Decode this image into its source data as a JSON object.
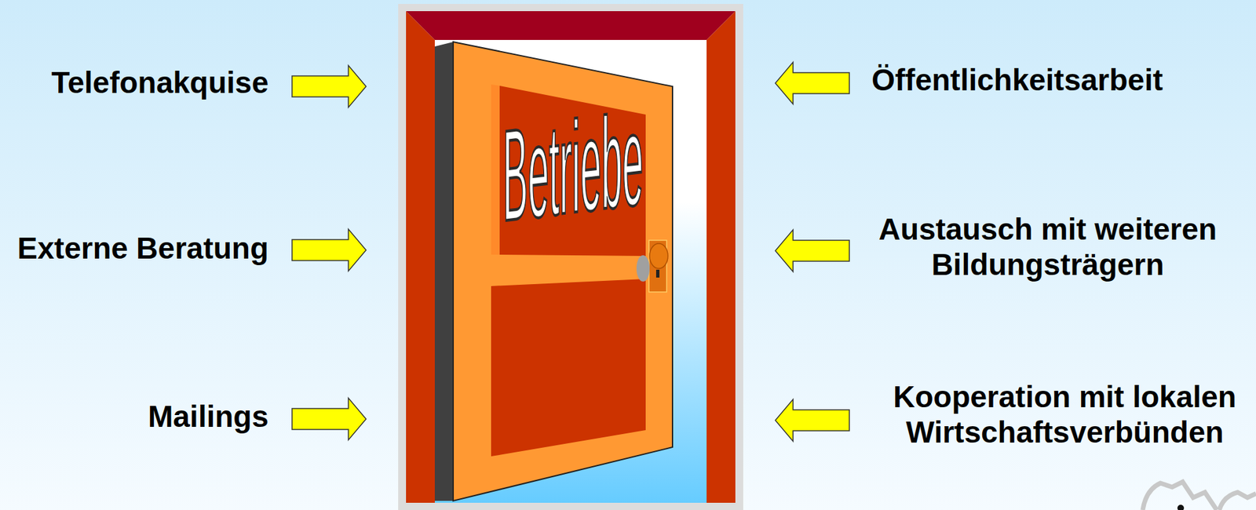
{
  "diagram": {
    "nodes": [
      {
        "text": [
          "Betriebe"
        ]
      }
    ],
    "labels": [
      "Telefonakquise",
      "Öffentlichkeitsarbeit",
      "Externe Beratung",
      "Austausch mit weiteren Bildungsträgern",
      "Mailings",
      "Kooperation mit lokalen Wirtschaftsverbünden"
    ]
  }
}
